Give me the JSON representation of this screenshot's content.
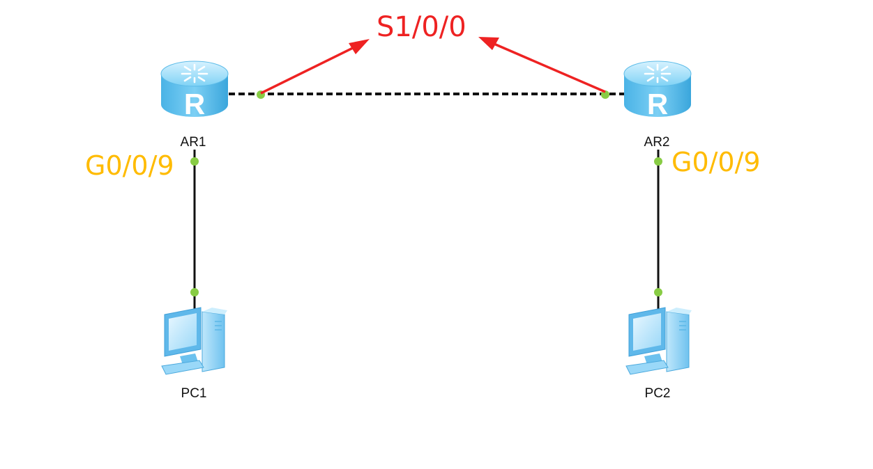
{
  "diagram": {
    "devices": {
      "ar1": {
        "label": "AR1",
        "router_letter": "R"
      },
      "ar2": {
        "label": "AR2",
        "router_letter": "R"
      },
      "pc1": {
        "label": "PC1"
      },
      "pc2": {
        "label": "PC2"
      }
    },
    "annotations": {
      "serial_interface": {
        "text": "S1/0/0",
        "color": "#ee2222"
      },
      "ar1_gig_interface": {
        "text": "G0/0/9",
        "color": "#ffbb00"
      },
      "ar2_gig_interface": {
        "text": "G0/0/9",
        "color": "#ffbb00"
      }
    },
    "links": [
      {
        "from": "ar1",
        "to": "ar2",
        "style": "dashed",
        "kind": "serial"
      },
      {
        "from": "ar1",
        "to": "pc1",
        "style": "solid",
        "kind": "ethernet"
      },
      {
        "from": "ar2",
        "to": "pc2",
        "style": "solid",
        "kind": "ethernet"
      }
    ],
    "colors": {
      "link": "#111111",
      "port_dot": "#88cc44",
      "router_body": "#5fc0ee",
      "pc_body": "#8fd2f7"
    },
    "icons": {
      "router": "router-icon",
      "pc": "pc-icon",
      "arrow": "arrow-icon"
    }
  }
}
